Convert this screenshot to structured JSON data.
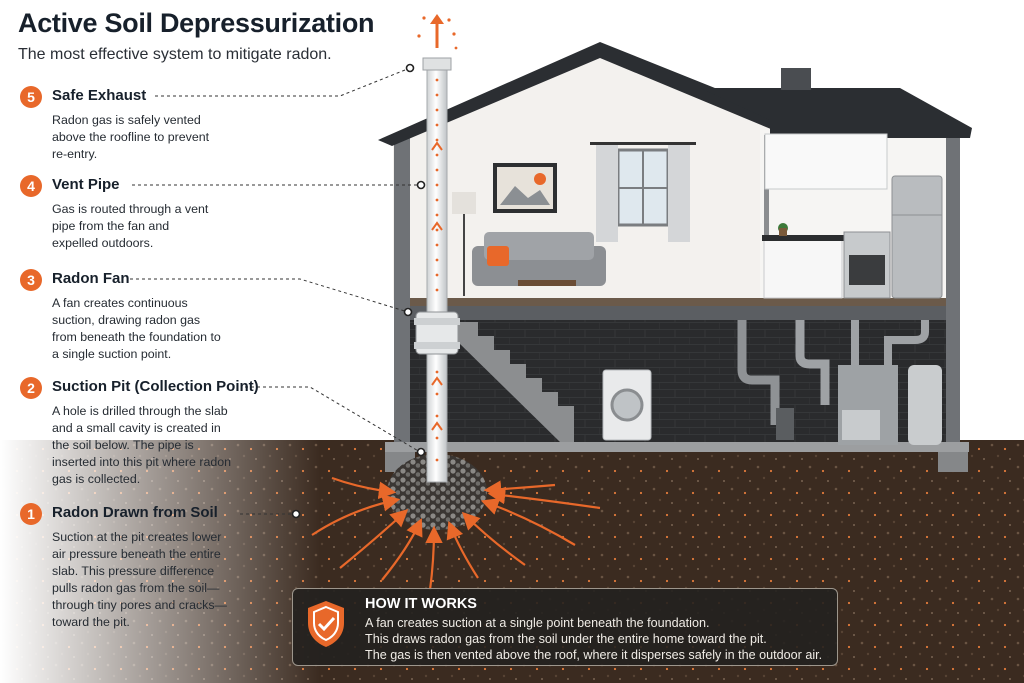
{
  "title": "Active Soil Depressurization",
  "subtitle": "The most effective system to mitigate radon.",
  "steps": [
    {
      "number": "5",
      "title": "Safe Exhaust",
      "description": "Radon gas is safely vented above the roofline to prevent re-entry."
    },
    {
      "number": "4",
      "title": "Vent Pipe",
      "description": "Gas is routed through a vent pipe from the fan and expelled outdoors."
    },
    {
      "number": "3",
      "title": "Radon Fan",
      "description": "A fan creates continuous suction, drawing radon gas from beneath the foundation to a single suction point."
    },
    {
      "number": "2",
      "title": "Suction Pit (Collection Point)",
      "description": "A hole is drilled through the slab and a small cavity is created in the soil below. The pipe is inserted into this pit where radon gas is collected."
    },
    {
      "number": "1",
      "title": "Radon Drawn from Soil",
      "description": "Suction at the pit creates lower air pressure beneath the entire slab. This pressure difference pulls radon gas from the soil—through tiny pores and cracks—toward the pit."
    }
  ],
  "how_it_works": {
    "title": "HOW IT WORKS",
    "lines": [
      "A fan creates suction at a single point beneath the foundation.",
      "This draws radon gas from the soil under the entire home toward the pit.",
      "The gas is then vented above the roof, where it disperses safely in the outdoor air."
    ]
  },
  "colors": {
    "accent": "#e8682a",
    "soil": "#3b2b20",
    "wall": "#6f7276",
    "roof": "#2b2e32"
  },
  "icons": {
    "how_it_works": "shield-check-icon"
  }
}
